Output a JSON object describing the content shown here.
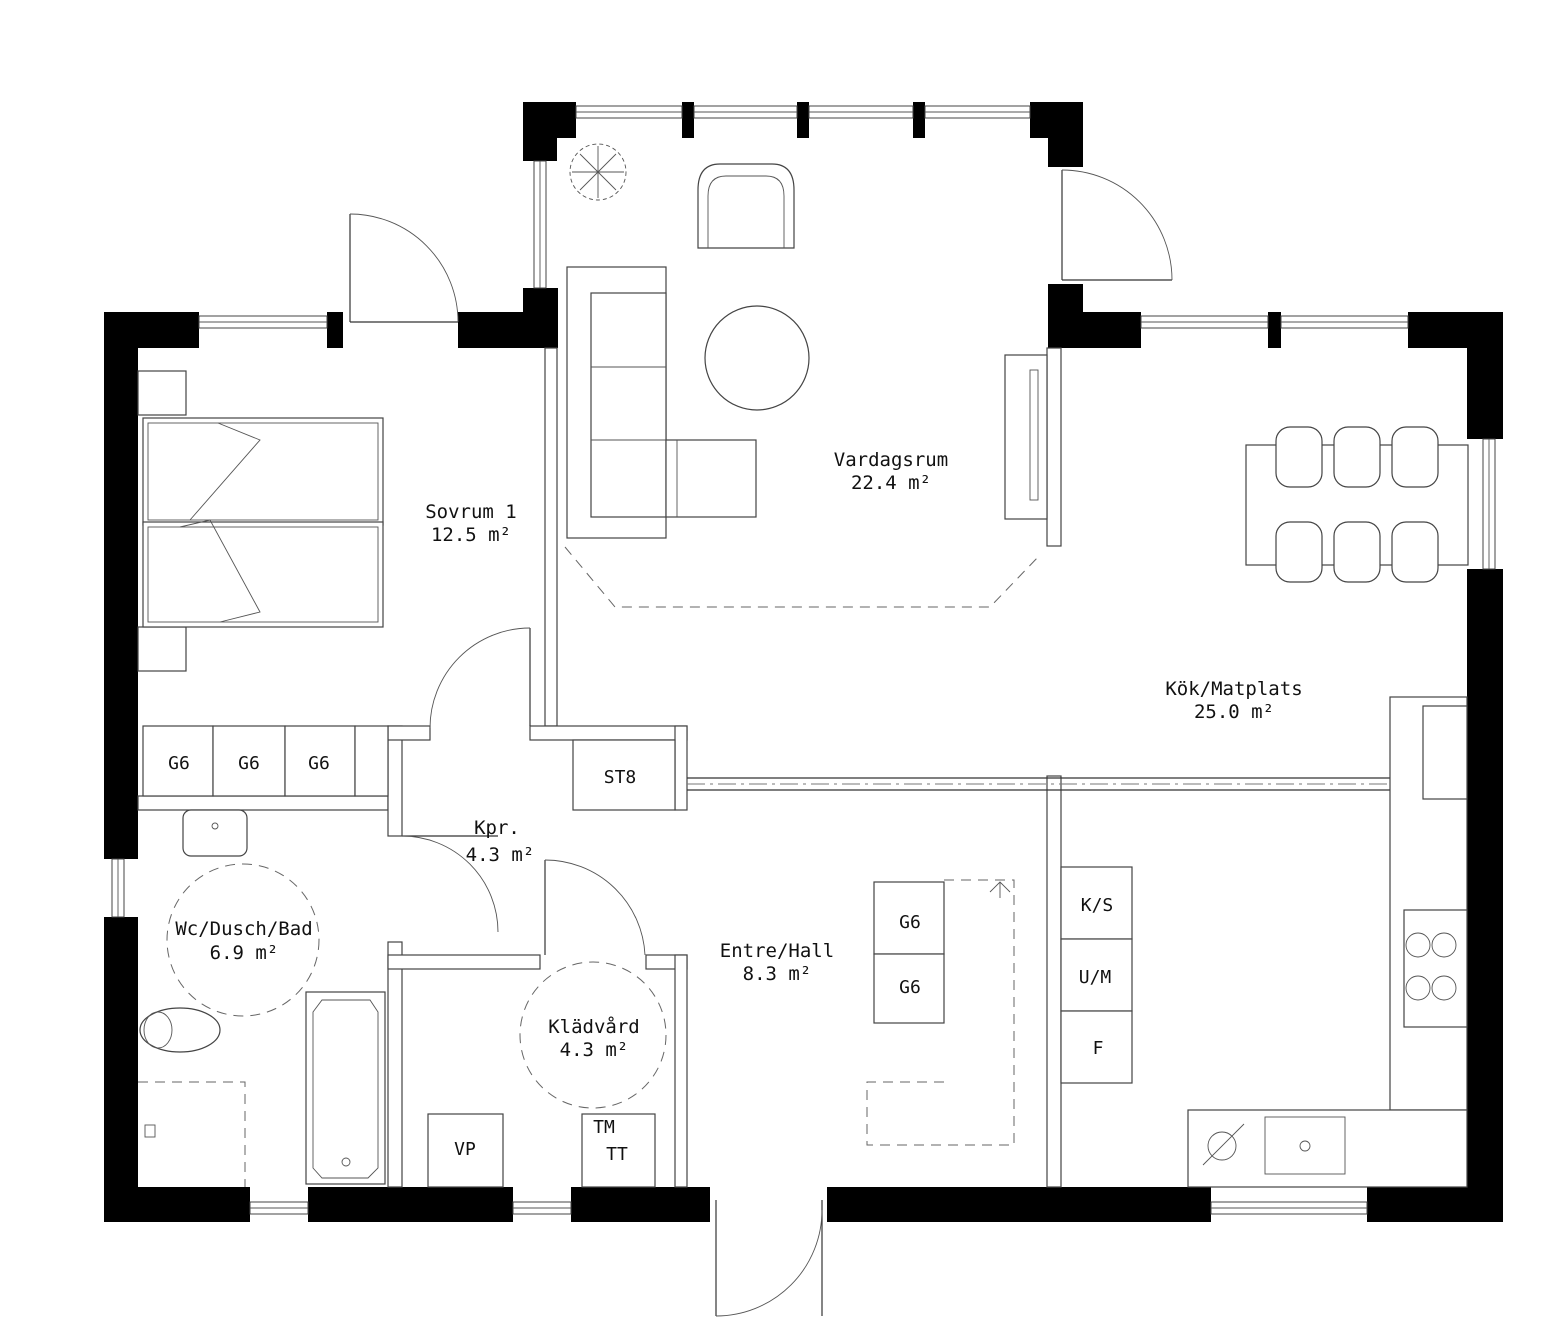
{
  "rooms": {
    "sovrum": {
      "name": "Sovrum 1",
      "area": "12.5 m²"
    },
    "vardagsrum": {
      "name": "Vardagsrum",
      "area": "22.4 m²"
    },
    "kok": {
      "name": "Kök/Matplats",
      "area": "25.0 m²"
    },
    "kpr": {
      "name": "Kpr.",
      "area": "4.3 m²"
    },
    "wc": {
      "name": "Wc/Dusch/Bad",
      "area": "6.9 m²"
    },
    "kladvard": {
      "name": "Klädvård",
      "area": "4.3 m²"
    },
    "entre": {
      "name": "Entre/Hall",
      "area": "8.3 m²"
    }
  },
  "fixtures": {
    "g6_a": "G6",
    "g6_b": "G6",
    "g6_c": "G6",
    "g6_d": "G6",
    "g6_e": "G6",
    "st8": "ST8",
    "ks": "K/S",
    "um": "U/M",
    "f": "F",
    "vp": "VP",
    "tm": "TM",
    "tt": "TT"
  }
}
